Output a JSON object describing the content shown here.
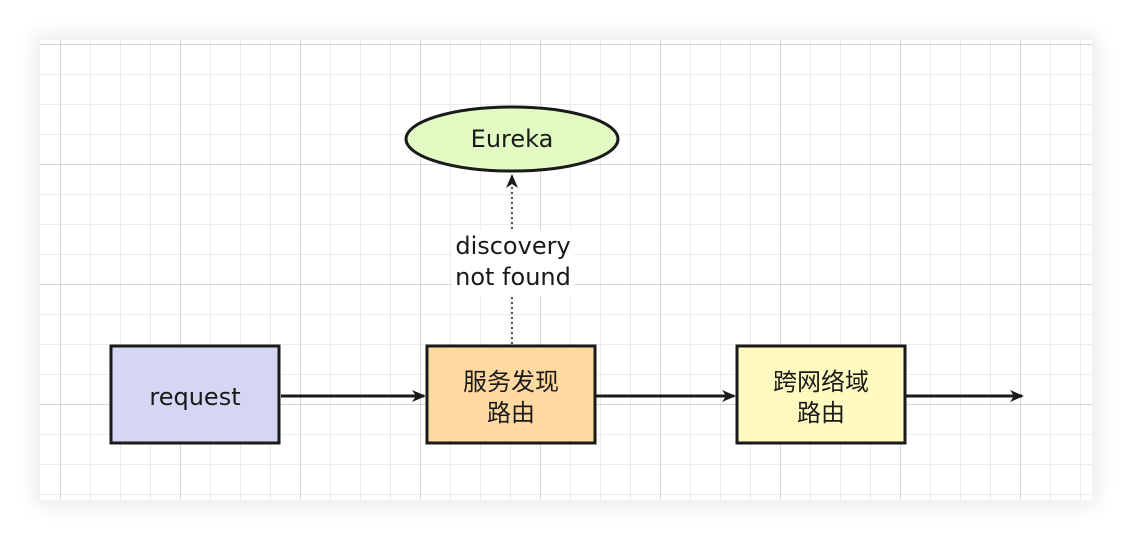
{
  "nodes": {
    "eureka": {
      "label": "Eureka",
      "fill": "#e1fbc2"
    },
    "request": {
      "label": "request",
      "fill": "#d5d6f4"
    },
    "service_discovery": {
      "label_line1": "服务发现",
      "label_line2": "路由",
      "fill": "#ffd9a1"
    },
    "cross_network": {
      "label_line1": "跨网络域",
      "label_line2": "路由",
      "fill": "#fffac0"
    }
  },
  "edges": {
    "discovery_label_line1": "discovery",
    "discovery_label_line2": "not found"
  },
  "colors": {
    "stroke": "#1a1a1a"
  }
}
